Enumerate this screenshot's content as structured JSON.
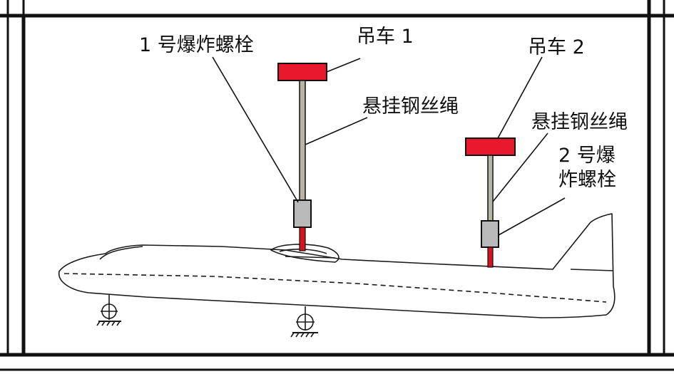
{
  "labels": {
    "bolt_1": "1 号爆炸螺栓",
    "crane_1": "吊车 1",
    "wire_rope_1": "悬挂钢丝绳",
    "crane_2": "吊车 2",
    "wire_rope_2": "悬挂钢丝绳",
    "bolt_2_line1": "2 号爆",
    "bolt_2_line2": "炸螺栓"
  },
  "colors": {
    "crane": "#e8192c",
    "rope": "#b8b7a6",
    "bolt": "#b9b9b9",
    "frame": "#111111"
  }
}
